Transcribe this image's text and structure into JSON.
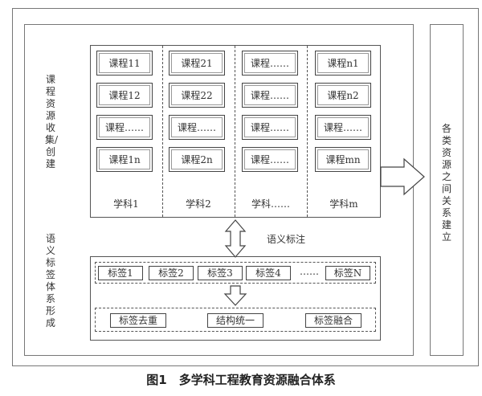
{
  "left_labels": {
    "collection": "课程资源收集/创建",
    "tagging": "语义标签体系形成"
  },
  "right_label": "各类资源之间关系建立",
  "subjects": [
    {
      "label": "学科1",
      "courses": [
        "课程11",
        "课程12",
        "课程……",
        "课程1n"
      ]
    },
    {
      "label": "学科2",
      "courses": [
        "课程21",
        "课程22",
        "课程……",
        "课程2n"
      ]
    },
    {
      "label": "学科……",
      "courses": [
        "课程……",
        "课程……",
        "课程……",
        "课程……"
      ]
    },
    {
      "label": "学科m",
      "courses": [
        "课程n1",
        "课程n2",
        "课程……",
        "课程mn"
      ]
    }
  ],
  "semantic_annotation": "语义标注",
  "tags": [
    "标签1",
    "标签2",
    "标签3",
    "标签4",
    "……",
    "标签N"
  ],
  "processes": [
    "标签去重",
    "结构统一",
    "标签融合"
  ],
  "caption": "图1　多学科工程教育资源融合体系"
}
